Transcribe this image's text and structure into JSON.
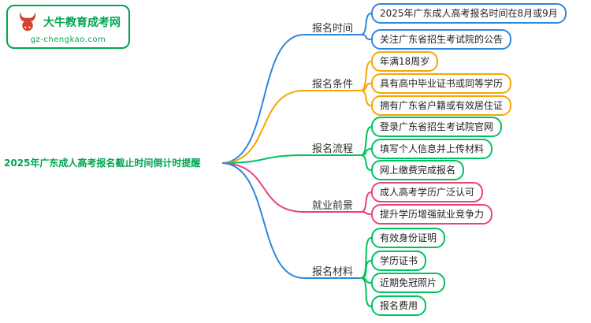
{
  "logo": {
    "name": "大牛教育成考网",
    "domain": "gz-chengkao.com",
    "color": "#00a550",
    "icon_color": "#d0442c"
  },
  "central": {
    "title": "2025年广东成人高考报名截止时间倒计时提醒",
    "color": "#00a550"
  },
  "branches": [
    {
      "label": "报名时间",
      "color": "#2e86e0",
      "children": [
        "2025年广东成人高考报名时间在8月或9月",
        "关注广东省招生考试院的公告"
      ]
    },
    {
      "label": "报名条件",
      "color": "#f7a500",
      "children": [
        "年满18周岁",
        "具有高中毕业证书或同等学历",
        "拥有广东省户籍或有效居住证"
      ]
    },
    {
      "label": "报名流程",
      "color": "#00c25e",
      "children": [
        "登录广东省招生考试院官网",
        "填写个人信息并上传材料",
        "网上缴费完成报名"
      ]
    },
    {
      "label": "就业前景",
      "color": "#e8437d",
      "children": [
        "成人高考学历广泛认可",
        "提升学历增强就业竞争力"
      ]
    },
    {
      "label": "报名材料",
      "color": "#2e86e0",
      "child_color": "#00c25e",
      "children": [
        "有效身份证明",
        "学历证书",
        "近期免冠照片",
        "报名费用"
      ]
    }
  ]
}
